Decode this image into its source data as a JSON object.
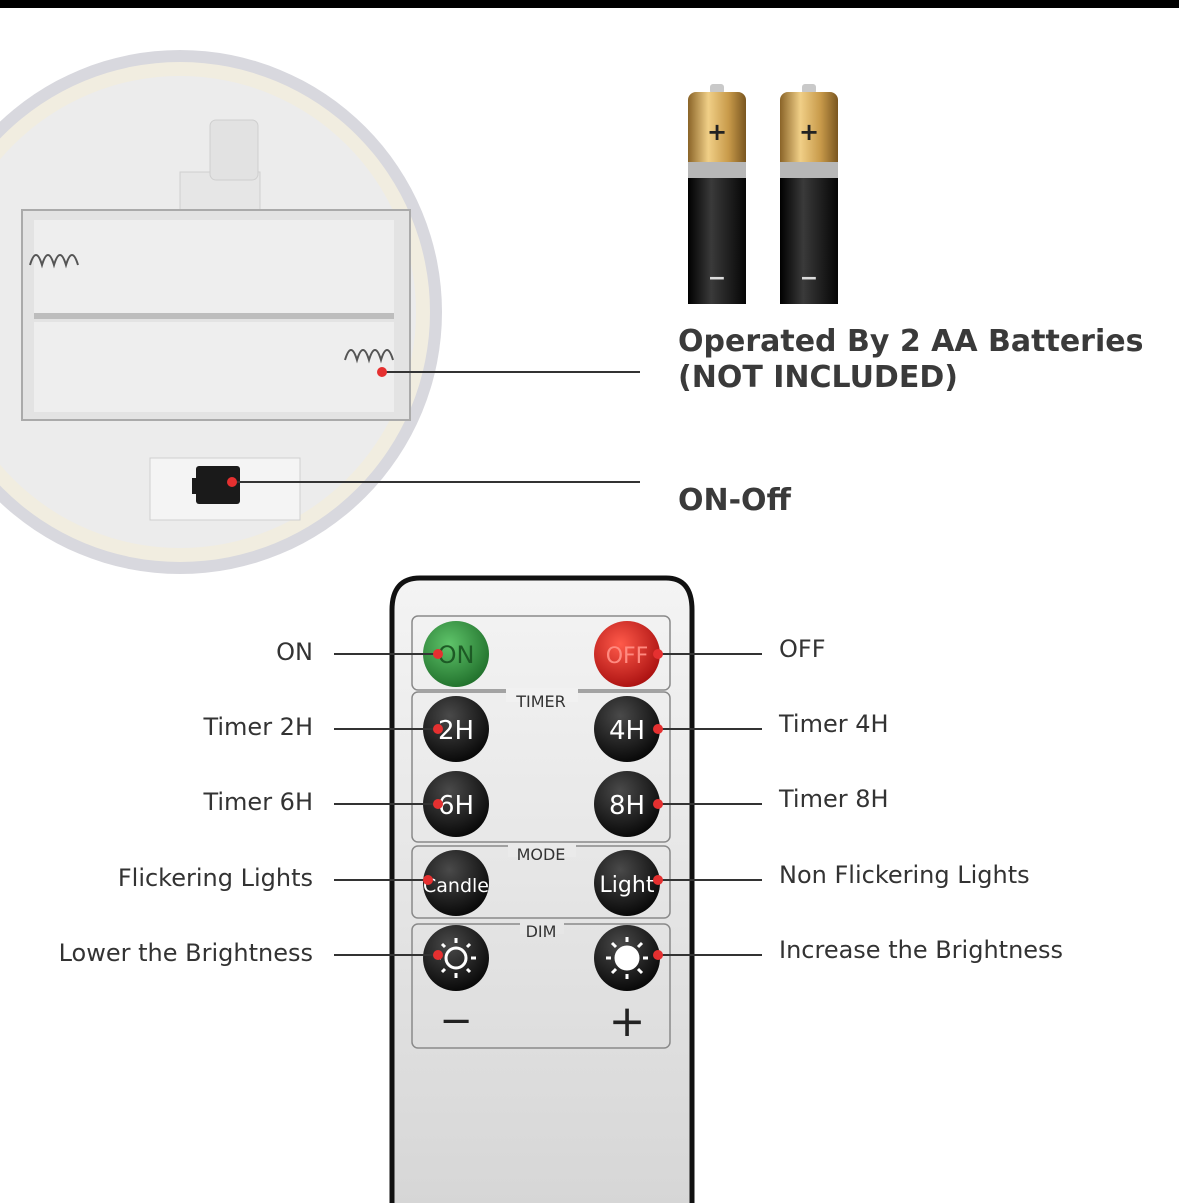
{
  "battery_panel": {
    "title_line1": "Operated By 2 AA Batteries",
    "title_line2": "(NOT INCLUDED)",
    "switch_label": "ON-Off",
    "battery_plus": "+",
    "battery_minus": "−"
  },
  "remote": {
    "section_timer": "TIMER",
    "section_mode": "MODE",
    "section_dim": "DIM",
    "buttons": {
      "on": "ON",
      "off": "OFF",
      "t2": "2H",
      "t4": "4H",
      "t6": "6H",
      "t8": "8H",
      "candle": "Candle",
      "light": "Light",
      "minus": "−",
      "plus": "+"
    },
    "labels": {
      "on": "ON",
      "off": "OFF",
      "t2": "Timer 2H",
      "t4": "Timer 4H",
      "t6": "Timer 6H",
      "t8": "Timer 8H",
      "flicker": "Flickering Lights",
      "nonflicker": "Non Flickering Lights",
      "lower": "Lower the Brightness",
      "increase": "Increase the Brightness"
    }
  },
  "colors": {
    "on_button": "#2e8b3a",
    "off_button": "#d21f1f",
    "dark_button": "#111111",
    "marker_dot": "#e53030",
    "battery_gold": "#c89a4a",
    "battery_black": "#141414"
  }
}
